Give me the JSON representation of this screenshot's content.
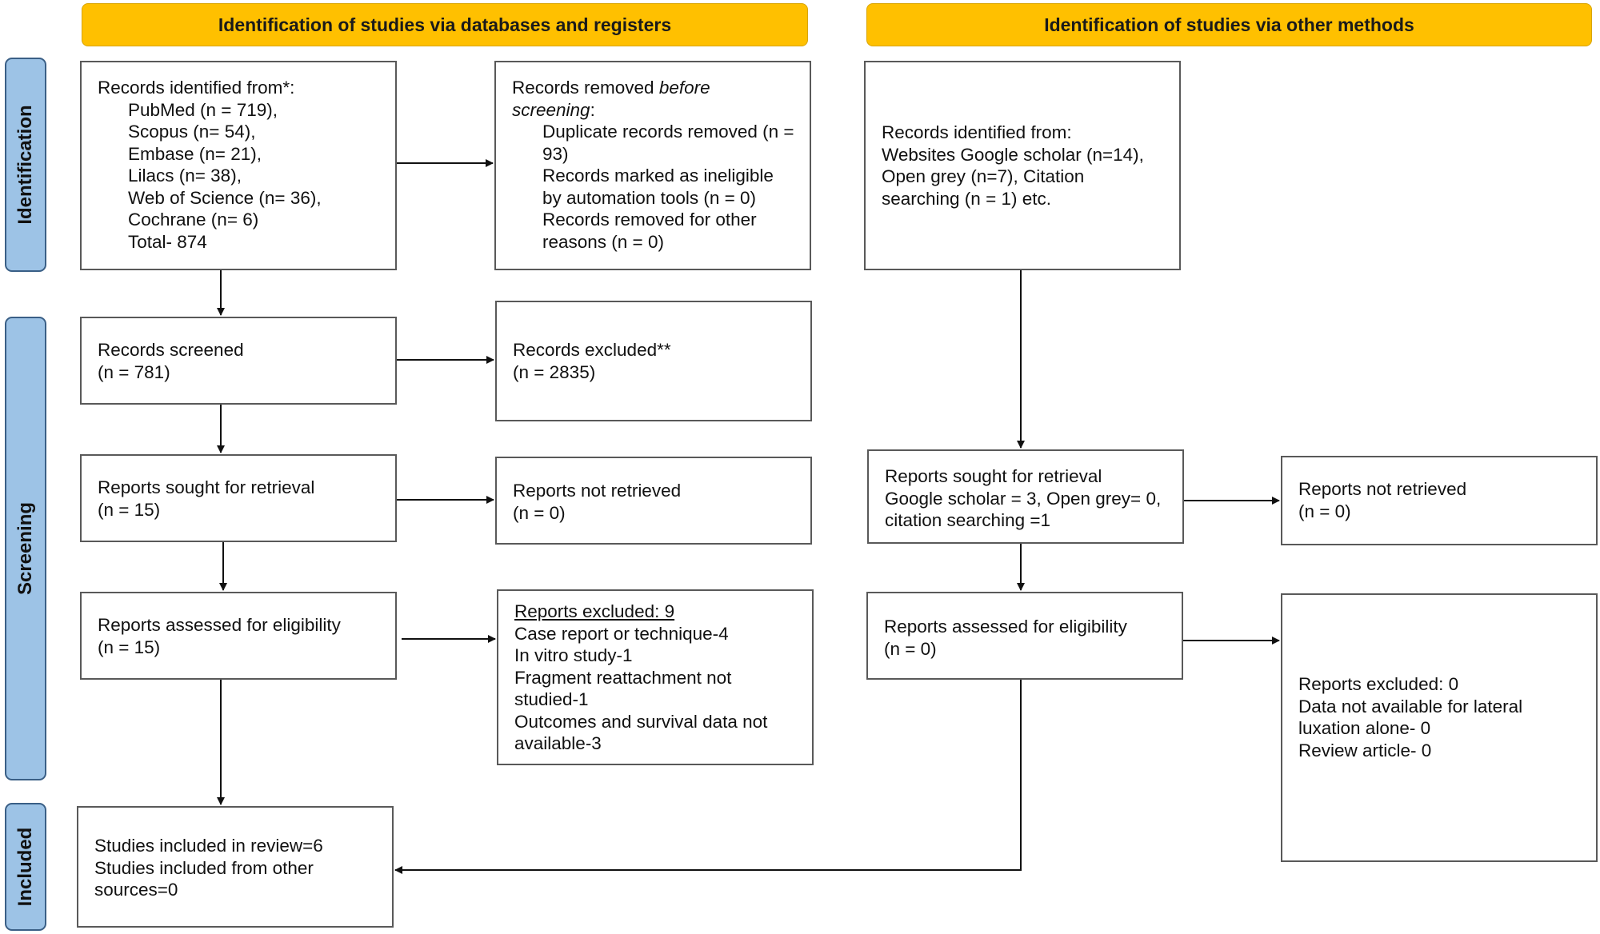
{
  "headers": {
    "left": "Identification of studies via databases and registers",
    "right": "Identification of studies via other methods"
  },
  "side_labels": {
    "identification": "Identification",
    "screening": "Screening",
    "included": "Included"
  },
  "db": {
    "identified": {
      "intro": "Records identified from*:",
      "lines": [
        "PubMed (n = 719),",
        "Scopus (n= 54),",
        "Embase (n= 21),",
        "Lilacs (n= 38),",
        "Web of Science (n= 36),",
        "Cochrane (n= 6)",
        "Total- 874"
      ]
    },
    "removed": {
      "intro_a": "Records removed ",
      "intro_b": "before screening",
      "intro_c": ":",
      "lines": [
        "Duplicate records removed (n = 93)",
        "Records marked as ineligible by automation tools (n = 0)",
        "Records removed for other reasons (n = 0)"
      ]
    },
    "screened": {
      "title": "Records screened",
      "value": "(n = 781)"
    },
    "excluded": {
      "title": "Records excluded**",
      "value": "(n = 2835)"
    },
    "sought": {
      "title": "Reports sought for retrieval",
      "value": "(n = 15)"
    },
    "not_retrieved": {
      "title": "Reports not retrieved",
      "value": "(n = 0)"
    },
    "assessed": {
      "title": "Reports assessed for eligibility",
      "value": "(n = 15)"
    },
    "reports_excluded": {
      "title": "Reports excluded: 9",
      "lines": [
        "Case report or technique-4",
        "In vitro study-1",
        "Fragment reattachment not studied-1",
        "Outcomes and survival data not available-3"
      ]
    },
    "included": {
      "lines": [
        "Studies included in review=6",
        "Studies included from other sources=0"
      ]
    }
  },
  "other": {
    "identified": {
      "lines": [
        "Records identified from:",
        "Websites Google scholar (n=14), Open grey (n=7), Citation searching (n = 1) etc."
      ]
    },
    "sought": {
      "lines": [
        "Reports sought for retrieval",
        "Google scholar = 3, Open grey= 0, citation searching =1"
      ]
    },
    "not_retrieved": {
      "title": "Reports not retrieved",
      "value": "(n = 0)"
    },
    "assessed": {
      "title": "Reports assessed for eligibility",
      "value": "(n = 0)"
    },
    "reports_excluded": {
      "lines": [
        "Reports excluded: 0",
        "Data not available for lateral luxation alone- 0",
        "Review article- 0"
      ]
    }
  }
}
